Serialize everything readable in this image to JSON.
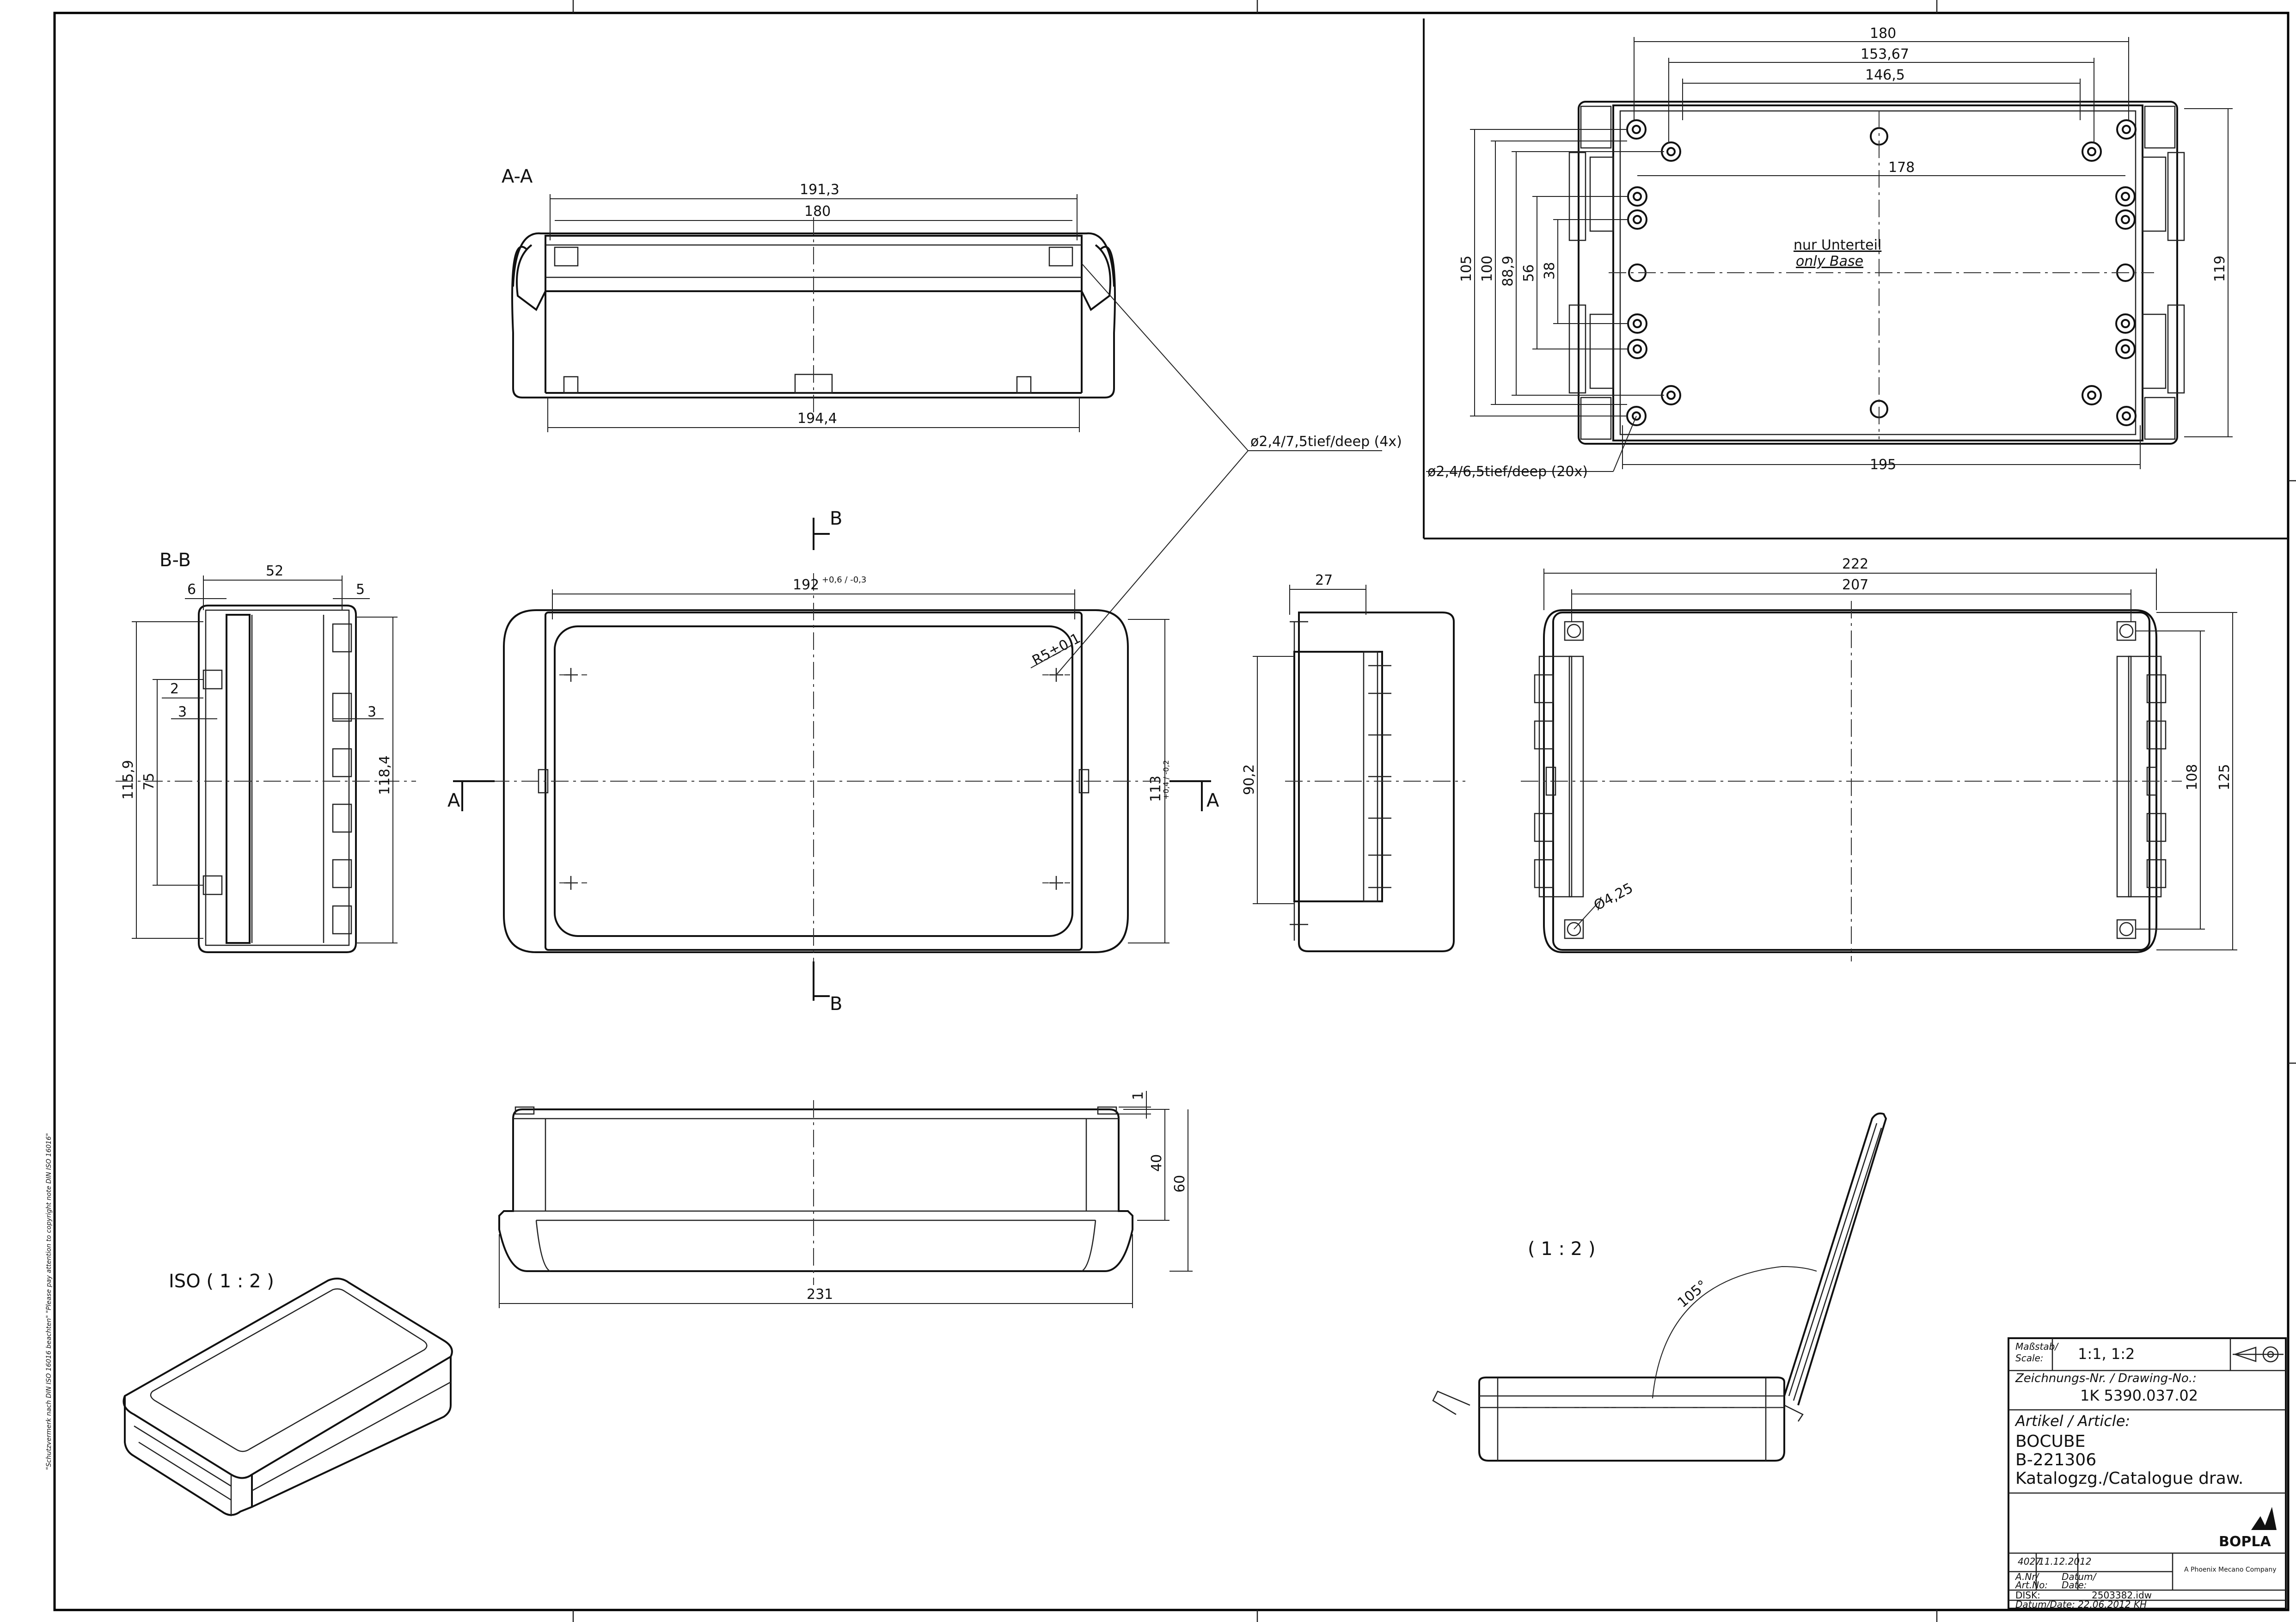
{
  "section_labels": {
    "aa": "A-A",
    "bb": "B-B",
    "iso": "ISO ( 1 : 2 )",
    "open_view": "( 1 : 2 )",
    "cut_a": "A",
    "cut_b": "B"
  },
  "dimensions": {
    "aa_top": "191,3",
    "aa_inner": "180",
    "aa_bottom": "194,4",
    "hole_4x": "ø2,4/7,5tief/deep (4x)",
    "top_180": "180",
    "top_15367": "153,67",
    "top_1465": "146,5",
    "top_178": "178",
    "top_195": "195",
    "top_105": "105",
    "top_100": "100",
    "top_889": "88,9",
    "top_56": "56",
    "top_38": "38",
    "top_119": "119",
    "hole_20x": "ø2,4/6,5tief/deep (20x)",
    "nur_unterteil": "nur Unterteil",
    "only_base": "only Base",
    "bb_52": "52",
    "bb_6": "6",
    "bb_5": "5",
    "bb_2": "2",
    "bb_3l": "3",
    "bb_3r": "3",
    "bb_1159": "115,9",
    "bb_75": "75",
    "bb_1184": "118,4",
    "front_192": "192",
    "front_192_tol": "+0,6 / -0,3",
    "front_r5": "R5±0,1",
    "front_113": "113",
    "front_113_tol": "+0,4 / -0,2",
    "side_27": "27",
    "side_902": "90,2",
    "back_222": "222",
    "back_207": "207",
    "back_108": "108",
    "back_125": "125",
    "back_d425": "Ø4,25",
    "elev_1": "1",
    "elev_40": "40",
    "elev_60": "60",
    "elev_231": "231",
    "angle_105": "105°"
  },
  "title_block": {
    "scale_label": "Maßstab/",
    "scale_label_en": "Scale:",
    "scale_value": "1:1, 1:2",
    "drawing_no_label": "Zeichnungs-Nr. / Drawing-No.:",
    "drawing_no": "1K 5390.037.02",
    "article_label": "Artikel / Article:",
    "article_1": "BOCUBE",
    "article_2": "B-221306",
    "article_3": "Katalogzg./Catalogue draw.",
    "art_no": "4027",
    "art_no_label": "A.Nr/",
    "art_no_label_en": "Art.No:",
    "date_value": "11.12.2012",
    "date_label": "Datum/",
    "date_label_en": "Date:",
    "disk_label": "DISK:",
    "disk_value": "2503382.idw",
    "datum_label": "Datum/Date:",
    "datum_value": "22.06.2012  KH",
    "brand": "BOPLA",
    "brand_sub": "A Phoenix Mecano Company"
  },
  "copyright_note": "\"Schutzvermerk nach DIN ISO 16016 beachten\"  \"Please pay attention to copyright note DIN ISO 16016\""
}
